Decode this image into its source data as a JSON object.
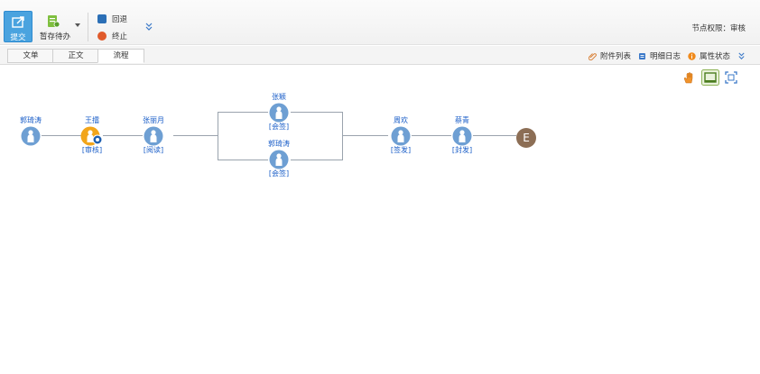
{
  "toolbar": {
    "submit_label": "提交",
    "save_label": "暂存待办",
    "back_label": "回退",
    "stop_label": "终止",
    "permission_label": "节点权限：审核"
  },
  "tabs": [
    {
      "label": "文单",
      "active": false
    },
    {
      "label": "正文",
      "active": false
    },
    {
      "label": "流程",
      "active": true
    }
  ],
  "right_links": {
    "attachments": "附件列表",
    "detail_log": "明细日志",
    "properties": "属性状态"
  },
  "flow": {
    "nodes": [
      {
        "name": "郭琦涛",
        "role": ""
      },
      {
        "name": "王擂",
        "role": "[审核]"
      },
      {
        "name": "张丽月",
        "role": "[阅读]"
      },
      {
        "name": "张颖",
        "role": "[会签]"
      },
      {
        "name": "郭琦涛",
        "role": "[会签]"
      },
      {
        "name": "周欢",
        "role": "[签发]"
      },
      {
        "name": "蔡青",
        "role": "[封发]"
      }
    ],
    "end_label": "E"
  },
  "colors": {
    "accent": "#4aa3df",
    "node_blue": "#6e9fd3",
    "node_current": "#f2a51a",
    "end_node": "#8c6e55",
    "link_text": "#1a5ec8"
  }
}
